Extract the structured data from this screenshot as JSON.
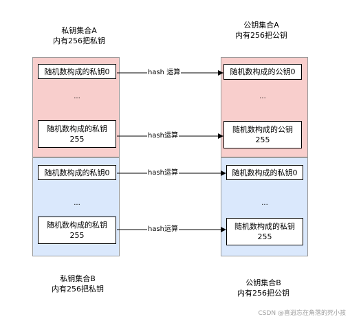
{
  "titles": {
    "private_a_line1": "私钥集合A",
    "private_a_line2": "内有256把私钥",
    "public_a_line1": "公钥集合A",
    "public_a_line2": "内有256把公钥",
    "private_b_line1": "私钥集合B",
    "private_b_line2": "内有256把私钥",
    "public_b_line1": "公钥集合B",
    "public_b_line2": "内有256把公钥"
  },
  "private_a": {
    "key0": "随机数构成的私钥0",
    "dots": "...",
    "key255_line1": "随机数构成的私钥",
    "key255_line2": "255"
  },
  "public_a": {
    "key0": "随机数构成的公钥0",
    "dots": "...",
    "key255_line1": "随机数构成的公钥",
    "key255_line2": "255"
  },
  "private_b": {
    "key0": "随机数构成的私钥0",
    "dots": "...",
    "key255_line1": "随机数构成的私钥",
    "key255_line2": "255"
  },
  "public_b": {
    "key0": "随机数构成的私钥0",
    "dots": "...",
    "key255_line1": "随机数构成的私钥",
    "key255_line2": "255"
  },
  "arrows": {
    "a0": "hash 运算",
    "a255": "hash运算",
    "b0": "hash运算",
    "b255": "hash运算"
  },
  "watermark": "CSDN @喜逍忘在角落的死小孩",
  "colors": {
    "private_public_a_fill": "#f8cecc",
    "private_public_b_fill": "#dae8fc",
    "key_box_fill": "#ffffff",
    "arrow_stroke": "#000000"
  }
}
